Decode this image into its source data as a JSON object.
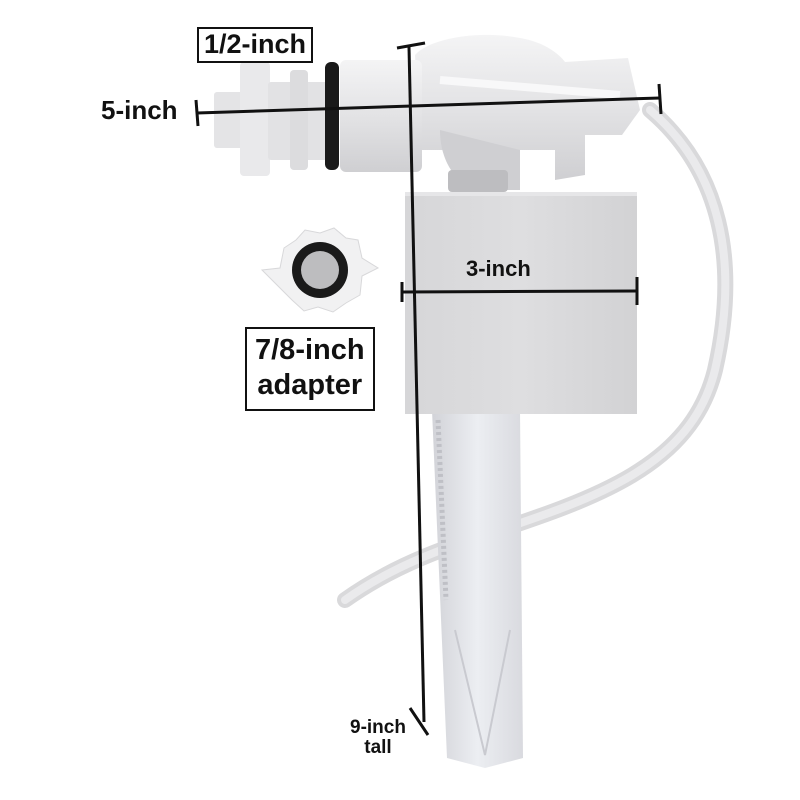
{
  "product": "toilet fill valve",
  "annotations": {
    "inlet_size": "1/2-inch",
    "width": "5-inch",
    "float_width": "3-inch",
    "adapter_line1": "7/8-inch",
    "adapter_line2": "adapter",
    "height_line1": "9-inch",
    "height_line2": "tall"
  },
  "colors": {
    "background": "#ffffff",
    "plastic": "#e6e6e8",
    "plastic_shadow": "#c9c9cc",
    "float_box": "#dadadc",
    "gasket": "#1a1a1a",
    "annotation": "#111111"
  }
}
